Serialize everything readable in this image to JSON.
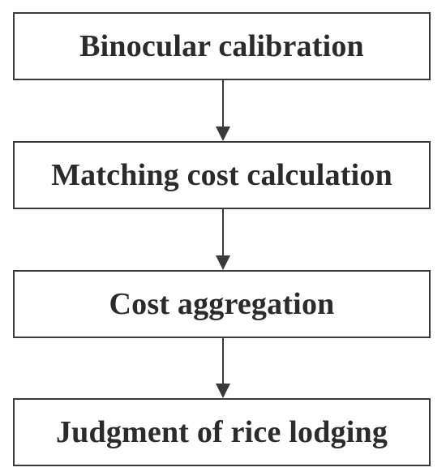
{
  "flowchart": {
    "steps": [
      {
        "label": "Binocular calibration"
      },
      {
        "label": "Matching cost calculation"
      },
      {
        "label": "Cost aggregation"
      },
      {
        "label": "Judgment of rice lodging"
      }
    ]
  },
  "colors": {
    "border": "#3a3a3a",
    "text": "#2b2b2b",
    "background": "#ffffff"
  }
}
